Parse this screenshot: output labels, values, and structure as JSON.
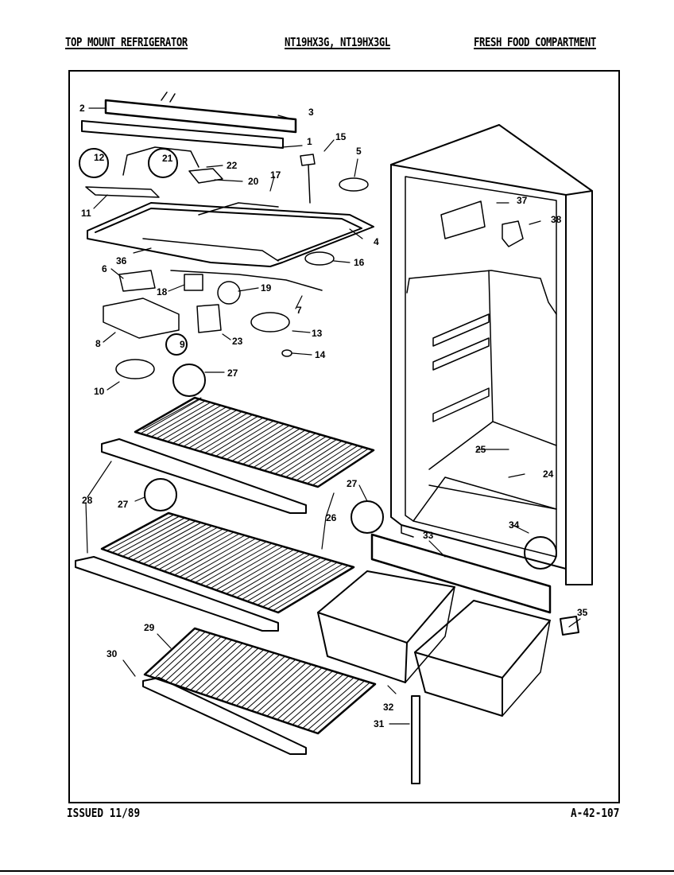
{
  "header": {
    "left": "TOP MOUNT REFRIGERATOR",
    "center": "NT19HX3G, NT19HX3GL",
    "right": "FRESH FOOD COMPARTMENT"
  },
  "callouts": {
    "c1": "1",
    "c2": "2",
    "c3": "3",
    "c4": "4",
    "c5": "5",
    "c6": "6",
    "c7": "7",
    "c8": "8",
    "c9": "9",
    "c10": "10",
    "c11": "11",
    "c12": "12",
    "c13": "13",
    "c14": "14",
    "c15": "15",
    "c16": "16",
    "c17": "17",
    "c18": "18",
    "c19": "19",
    "c20": "20",
    "c21": "21",
    "c22": "22",
    "c23": "23",
    "c24": "24",
    "c25": "25",
    "c26": "26",
    "c27a": "27",
    "c27b": "27",
    "c27c": "27",
    "c28": "28",
    "c29": "29",
    "c30": "30",
    "c31": "31",
    "c32": "32",
    "c33": "33",
    "c34": "34",
    "c35": "35",
    "c36": "36",
    "c37": "37",
    "c38": "38"
  },
  "footer": {
    "issued": "ISSUED 11/89",
    "doc_number": "A-42-107"
  }
}
